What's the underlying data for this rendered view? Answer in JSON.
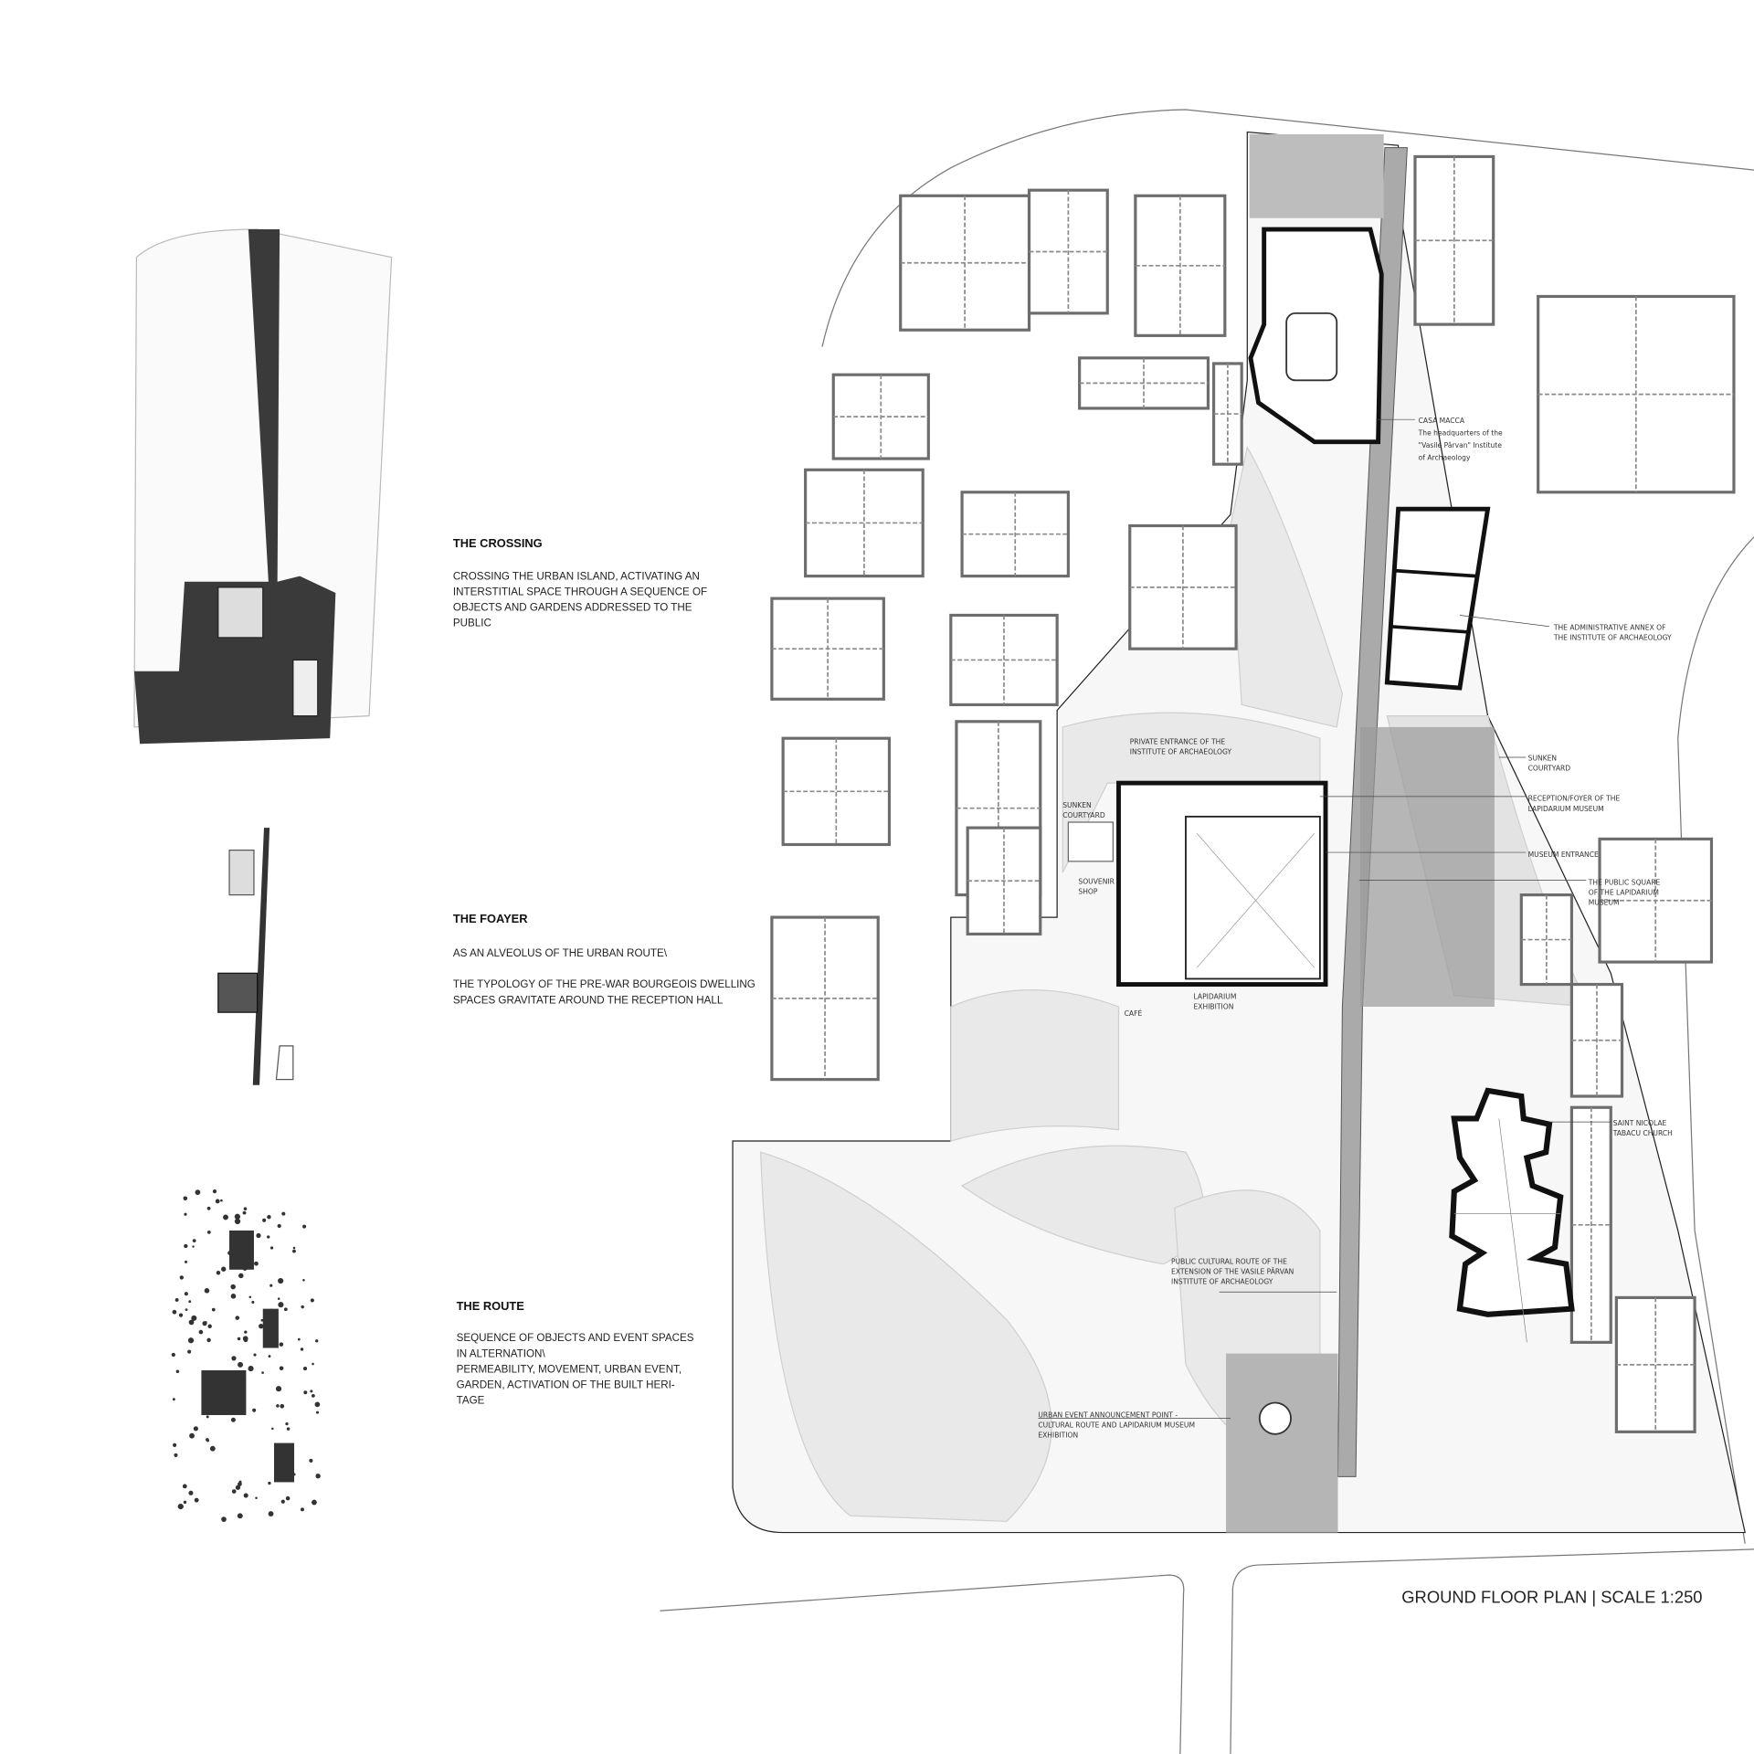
{
  "sections": [
    {
      "heading": "THE CROSSING",
      "lines": [
        "CROSSING THE URBAN ISLAND, ACTIVATING AN",
        "INTERSTITIAL SPACE THROUGH A SEQUENCE OF",
        "OBJECTS AND GARDENS ADDRESSED TO THE",
        "PUBLIC"
      ]
    },
    {
      "heading": "THE FOAYER",
      "lines": [
        "AS AN ALVEOLUS OF THE URBAN ROUTE\\",
        "",
        "THE TYPOLOGY OF THE PRE-WAR BOURGEOIS DWELLING",
        "SPACES GRAVITATE AROUND THE RECEPTION HALL"
      ]
    },
    {
      "heading": "THE ROUTE",
      "lines": [
        "SEQUENCE OF OBJECTS AND EVENT SPACES",
        "IN ALTERNATION\\",
        "PERMEABILITY, MOVEMENT, URBAN EVENT,",
        "GARDEN, ACTIVATION OF THE BUILT HERI-",
        "TAGE"
      ]
    }
  ],
  "labels": {
    "casa_macca": [
      "CASA MACCA",
      "The headquarters of the",
      "\"Vasile Pârvan\" Institute",
      "of Archaeology"
    ],
    "admin_annex": [
      "THE ADMINISTRATIVE ANNEX OF",
      "THE INSTITUTE OF ARCHAEOLOGY"
    ],
    "private_entrance": [
      "PRIVATE ENTRANCE OF THE",
      "INSTITUTE OF ARCHAEOLOGY"
    ],
    "sunken_left": [
      "SUNKEN",
      "COURTYARD"
    ],
    "souvenir": [
      "SOUVENIR",
      "SHOP"
    ],
    "cafe": [
      "CAFÉ"
    ],
    "lapidarium": [
      "LAPIDARIUM",
      "EXHIBITION"
    ],
    "sunken_right": [
      "SUNKEN",
      "COURTYARD"
    ],
    "reception": [
      "RECEPTION/FOYER OF THE",
      "LAPIDARIUM MUSEUM"
    ],
    "museum_entrance": [
      "MUSEUM ENTRANCE"
    ],
    "public_square": [
      "THE PUBLIC SQUARE",
      "OF THE LAPIDARIUM",
      "MUSEUM"
    ],
    "church": [
      "SAINT NICOLAE",
      "TABACU CHURCH"
    ],
    "cultural_route": [
      "PUBLIC CULTURAL ROUTE OF THE",
      "EXTENSION OF THE VASILE PÂRVAN",
      "INSTITUTE OF ARCHAEOLOGY"
    ],
    "urban_event": [
      "URBAN EVENT ANNOUNCEMENT POINT -",
      "CULTURAL ROUTE AND LAPIDARIUM MUSEUM",
      "EXHIBITION"
    ]
  },
  "title": "GROUND FLOOR PLAN | SCALE 1:250"
}
